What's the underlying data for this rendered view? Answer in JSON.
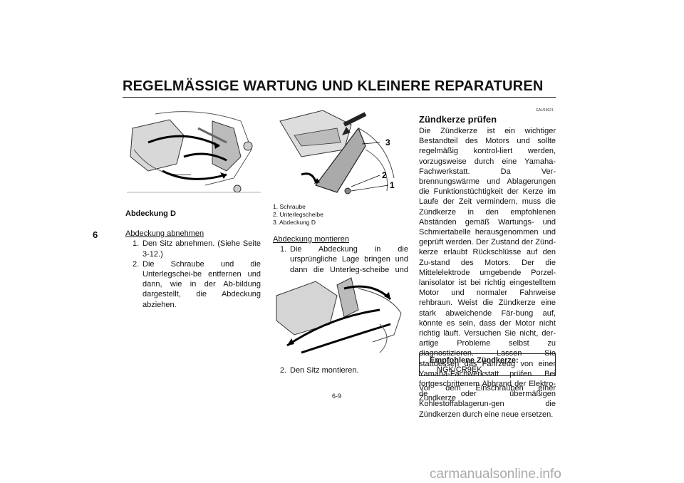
{
  "page": {
    "title": "REGELMÄSSIGE WARTUNG UND KLEINERE REPARATUREN",
    "chapter": "6",
    "page_number": "6-9",
    "watermark": "carmanualsonline.info"
  },
  "left_column": {
    "heading": "Abdeckung D",
    "subheading": "Abdeckung abnehmen",
    "steps": [
      {
        "num": "1.",
        "text": "Den Sitz abnehmen. (Siehe Seite 3-12.)"
      },
      {
        "num": "2.",
        "text": "Die Schraube und die Unterlegschei-be entfernen und dann, wie in der Ab-bildung dargestellt, die Abdeckung abziehen."
      }
    ]
  },
  "middle_column": {
    "callouts": [
      "3",
      "2",
      "1"
    ],
    "legend": [
      "1. Schraube",
      "2. Unterlegscheibe",
      "3. Abdeckung D"
    ],
    "subheading": "Abdeckung montieren",
    "steps": [
      {
        "num": "1.",
        "text": "Die Abdeckung in die ursprüngliche Lage bringen und dann die Unterleg-scheibe und Schraube anbringen."
      },
      {
        "num": "2.",
        "text": "Den Sitz montieren."
      }
    ]
  },
  "right_column": {
    "ref_code": "GAU19621",
    "heading": "Zündkerze prüfen",
    "paragraph": "Die Zündkerze ist ein wichtiger Bestandteil des Motors und sollte regelmäßig kontrol-liert werden, vorzugsweise durch eine Yamaha-Fachwerkstatt. Da Ver-brennungswärme und Ablagerungen die Funktionstüchtigkeit der Kerze im Laufe der Zeit vermindern, muss die Zündkerze in den empfohlenen Abständen gemäß Wartungs- und Schmiertabelle herausgenommen und geprüft werden. Der Zustand der Zünd-kerze erlaubt Rückschlüsse auf den Zu-stand des Motors. Der die Mittelelektrode umgebende Porzel-lanisolator ist bei richtig eingestelltem Motor und normaler Fahrweise rehbraun. Weist die Zündkerze eine stark abweichende Fär-bung auf, könnte es sein, dass der Motor nicht richtig läuft. Versuchen Sie nicht, der-artige Probleme selbst zu diagnostizieren. Lassen Sie stattdessen das Fahrzeug von einer Yamaha-Fachwerkstatt prüfen. Bei fortgeschrittenem Abbrand der Elektro-de oder übermäßigen Kohlestoffablagerun-gen die Zündkerzen durch eine neue ersetzen.",
    "box_label": "Empfohlene Zündkerze:",
    "box_value": "NGK/CR9EK",
    "footer_text": "Vor dem Einschrauben einer Zündkerze"
  }
}
